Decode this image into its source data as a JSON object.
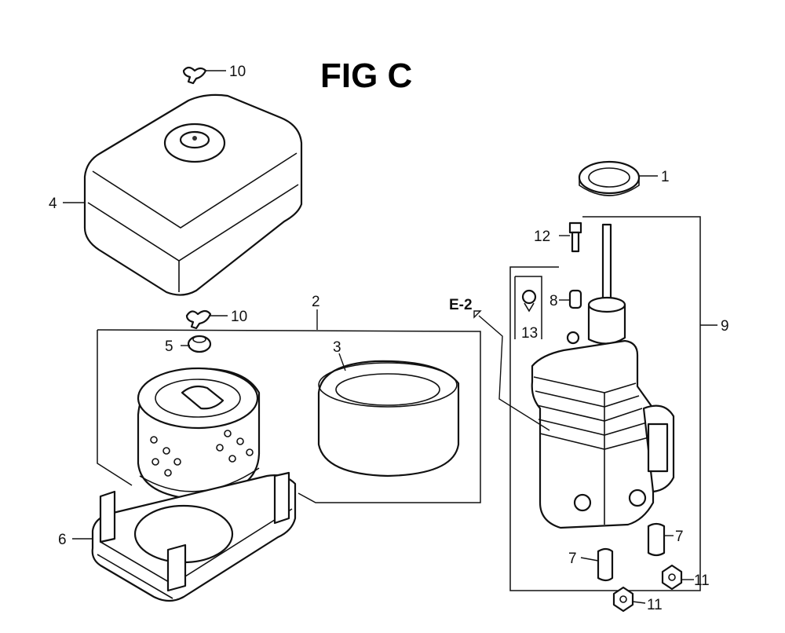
{
  "figure": {
    "title": "FIG C"
  },
  "callouts": {
    "c1": "1",
    "c2": "2",
    "c3": "3",
    "c4": "4",
    "c5": "5",
    "c6": "6",
    "c7a": "7",
    "c7b": "7",
    "c8": "8",
    "c9": "9",
    "c10a": "10",
    "c10b": "10",
    "c11a": "11",
    "c11b": "11",
    "c12": "12",
    "c13": "13",
    "ref_e2": "E-2"
  }
}
